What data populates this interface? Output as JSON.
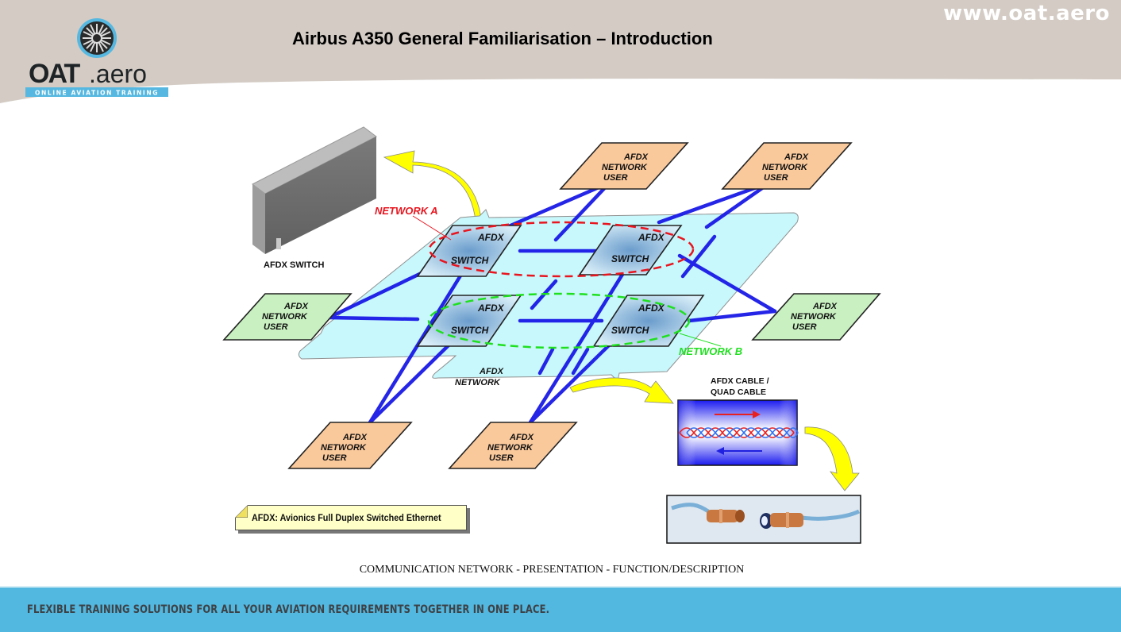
{
  "header": {
    "site_url": "www.oat.aero",
    "slide_title": "Airbus A350 General Familiarisation – Introduction",
    "logo": {
      "brand_main": "OAT",
      "brand_suffix": ".aero",
      "tagline": "ONLINE AVIATION TRAINING",
      "icon": "jet-engine-icon"
    }
  },
  "diagram": {
    "switch_device_label": "AFDX SWITCH",
    "network_a_label": "NETWORK A",
    "network_b_label": "NETWORK B",
    "network_plane_label": [
      "AFDX",
      "NETWORK"
    ],
    "switch_labels": [
      [
        "AFDX",
        "SWITCH"
      ],
      [
        "AFDX",
        "SWITCH"
      ],
      [
        "AFDX",
        "SWITCH"
      ],
      [
        "AFDX",
        "SWITCH"
      ]
    ],
    "users": [
      {
        "lines": [
          "AFDX",
          "NETWORK",
          "USER"
        ],
        "color": "#f9c89b"
      },
      {
        "lines": [
          "AFDX",
          "NETWORK",
          "USER"
        ],
        "color": "#f9c89b"
      },
      {
        "lines": [
          "AFDX",
          "NETWORK",
          "USER"
        ],
        "color": "#c8f0c0"
      },
      {
        "lines": [
          "AFDX",
          "NETWORK",
          "USER"
        ],
        "color": "#c8f0c0"
      },
      {
        "lines": [
          "AFDX",
          "NETWORK",
          "USER"
        ],
        "color": "#f9c89b"
      },
      {
        "lines": [
          "AFDX",
          "NETWORK",
          "USER"
        ],
        "color": "#f9c89b"
      }
    ],
    "cable_label": [
      "AFDX CABLE /",
      "QUAD CABLE"
    ],
    "note": "AFDX: Avionics Full Duplex Switched Ethernet",
    "colors": {
      "network_a": "#e8141e",
      "network_b": "#1fe01f",
      "links": "#1010e6",
      "plane": "#c8f8fc",
      "arrow": "#ffff00"
    }
  },
  "caption": "COMMUNICATION NETWORK - PRESENTATION - FUNCTION/DESCRIPTION",
  "footer": {
    "tagline": "FLEXIBLE TRAINING SOLUTIONS FOR ALL YOUR AVIATION REQUIREMENTS TOGETHER IN ONE PLACE."
  }
}
